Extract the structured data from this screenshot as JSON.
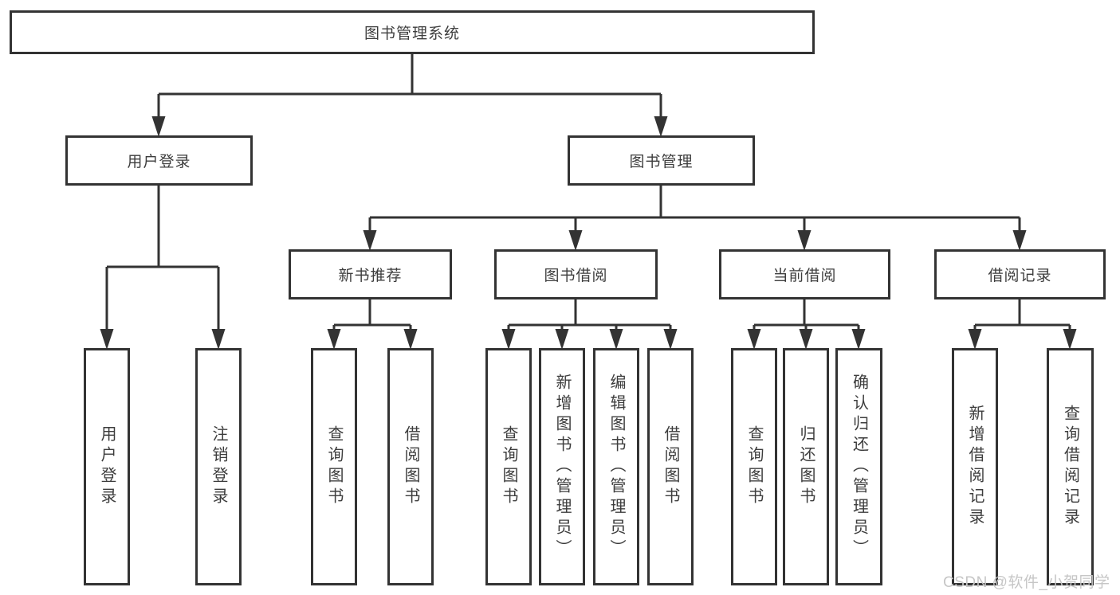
{
  "nodes": {
    "root": "图书管理系统",
    "user_login": "用户登录",
    "book_management": "图书管理",
    "new_book_recommend": "新书推荐",
    "book_borrowing": "图书借阅",
    "current_borrowing": "当前借阅",
    "borrowing_records": "借阅记录",
    "leaf_user_login": "用户登录",
    "leaf_logout": "注销登录",
    "nb_query_books": "查询图书",
    "nb_borrow_books": "借阅图书",
    "bb_query_books": "查询图书",
    "bb_add_books": "新增图书（管理员）",
    "bb_edit_books": "编辑图书（管理员）",
    "bb_borrow_books": "借阅图书",
    "cb_query_books": "查询图书",
    "cb_return_books": "归还图书",
    "cb_confirm_return": "确认归还（管理员）",
    "br_add_record": "新增借阅记录",
    "br_query_record": "查询借阅记录"
  },
  "hierarchy": {
    "图书管理系统": {
      "用户登录": [
        "用户登录",
        "注销登录"
      ],
      "图书管理": {
        "新书推荐": [
          "查询图书",
          "借阅图书"
        ],
        "图书借阅": [
          "查询图书",
          "新增图书（管理员）",
          "编辑图书（管理员）",
          "借阅图书"
        ],
        "当前借阅": [
          "查询图书",
          "归还图书",
          "确认归还（管理员）"
        ],
        "借阅记录": [
          "新增借阅记录",
          "查询借阅记录"
        ]
      }
    }
  },
  "watermark": "CSDN @软件_小贺同学",
  "colors": {
    "line": "#333333",
    "box_border": "#333333",
    "text": "#3d3d3d",
    "watermark": "#c6c6c6",
    "background": "#ffffff"
  }
}
